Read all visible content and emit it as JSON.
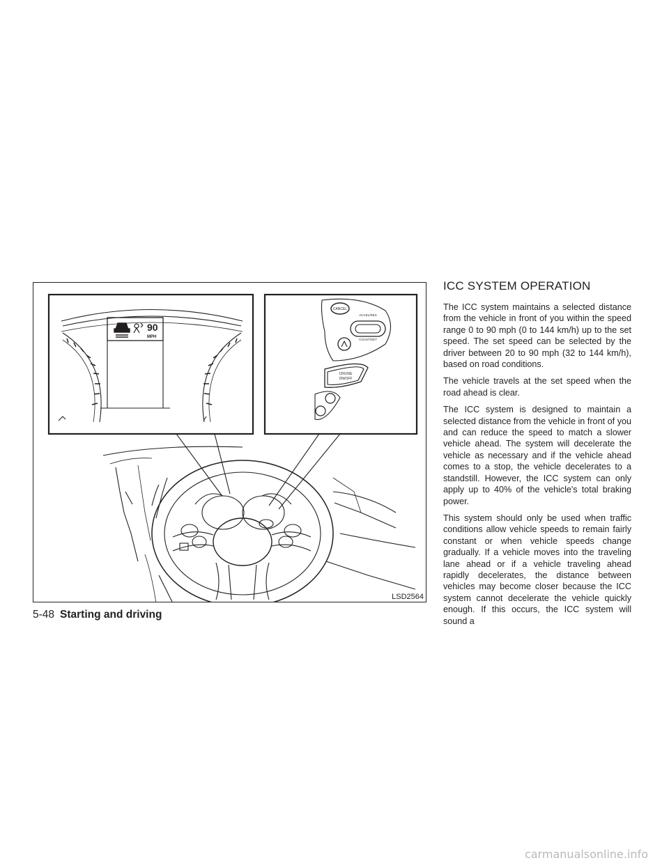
{
  "figure": {
    "code": "LSD2564",
    "display_speed": "90",
    "display_unit": "MPH",
    "switch_labels": {
      "cancel": "CANCEL",
      "accel_res": "ACCEL/RES",
      "coast_set": "COAST/SET",
      "cruise": "CRUISE",
      "on_off": "ON/OFF"
    }
  },
  "section": {
    "heading": "ICC SYSTEM OPERATION",
    "paragraphs": [
      "The ICC system maintains a selected distance from the vehicle in front of you within the speed range 0 to 90 mph (0 to 144 km/h) up to the set speed. The set speed can be selected by the driver between 20 to 90 mph (32 to 144 km/h), based on road conditions.",
      "The vehicle travels at the set speed when the road ahead is clear.",
      "The ICC system is designed to maintain a selected distance from the vehicle in front of you and can reduce the speed to match a slower vehicle ahead. The system will decelerate the vehicle as necessary and if the vehicle ahead comes to a stop, the vehicle decelerates to a standstill. However, the ICC system can only apply up to 40% of the vehicle's total braking power.",
      "This system should only be used when traffic conditions allow vehicle speeds to remain fairly constant or when vehicle speeds change gradually. If a vehicle moves into the traveling lane ahead or if a vehicle traveling ahead rapidly decelerates, the distance between vehicles may become closer because the ICC system cannot decelerate the vehicle quickly enough. If this occurs, the ICC system will sound a"
    ]
  },
  "footer": {
    "page_number": "5-48",
    "section_title": "Starting and driving"
  },
  "watermark": "carmanualsonline.info"
}
